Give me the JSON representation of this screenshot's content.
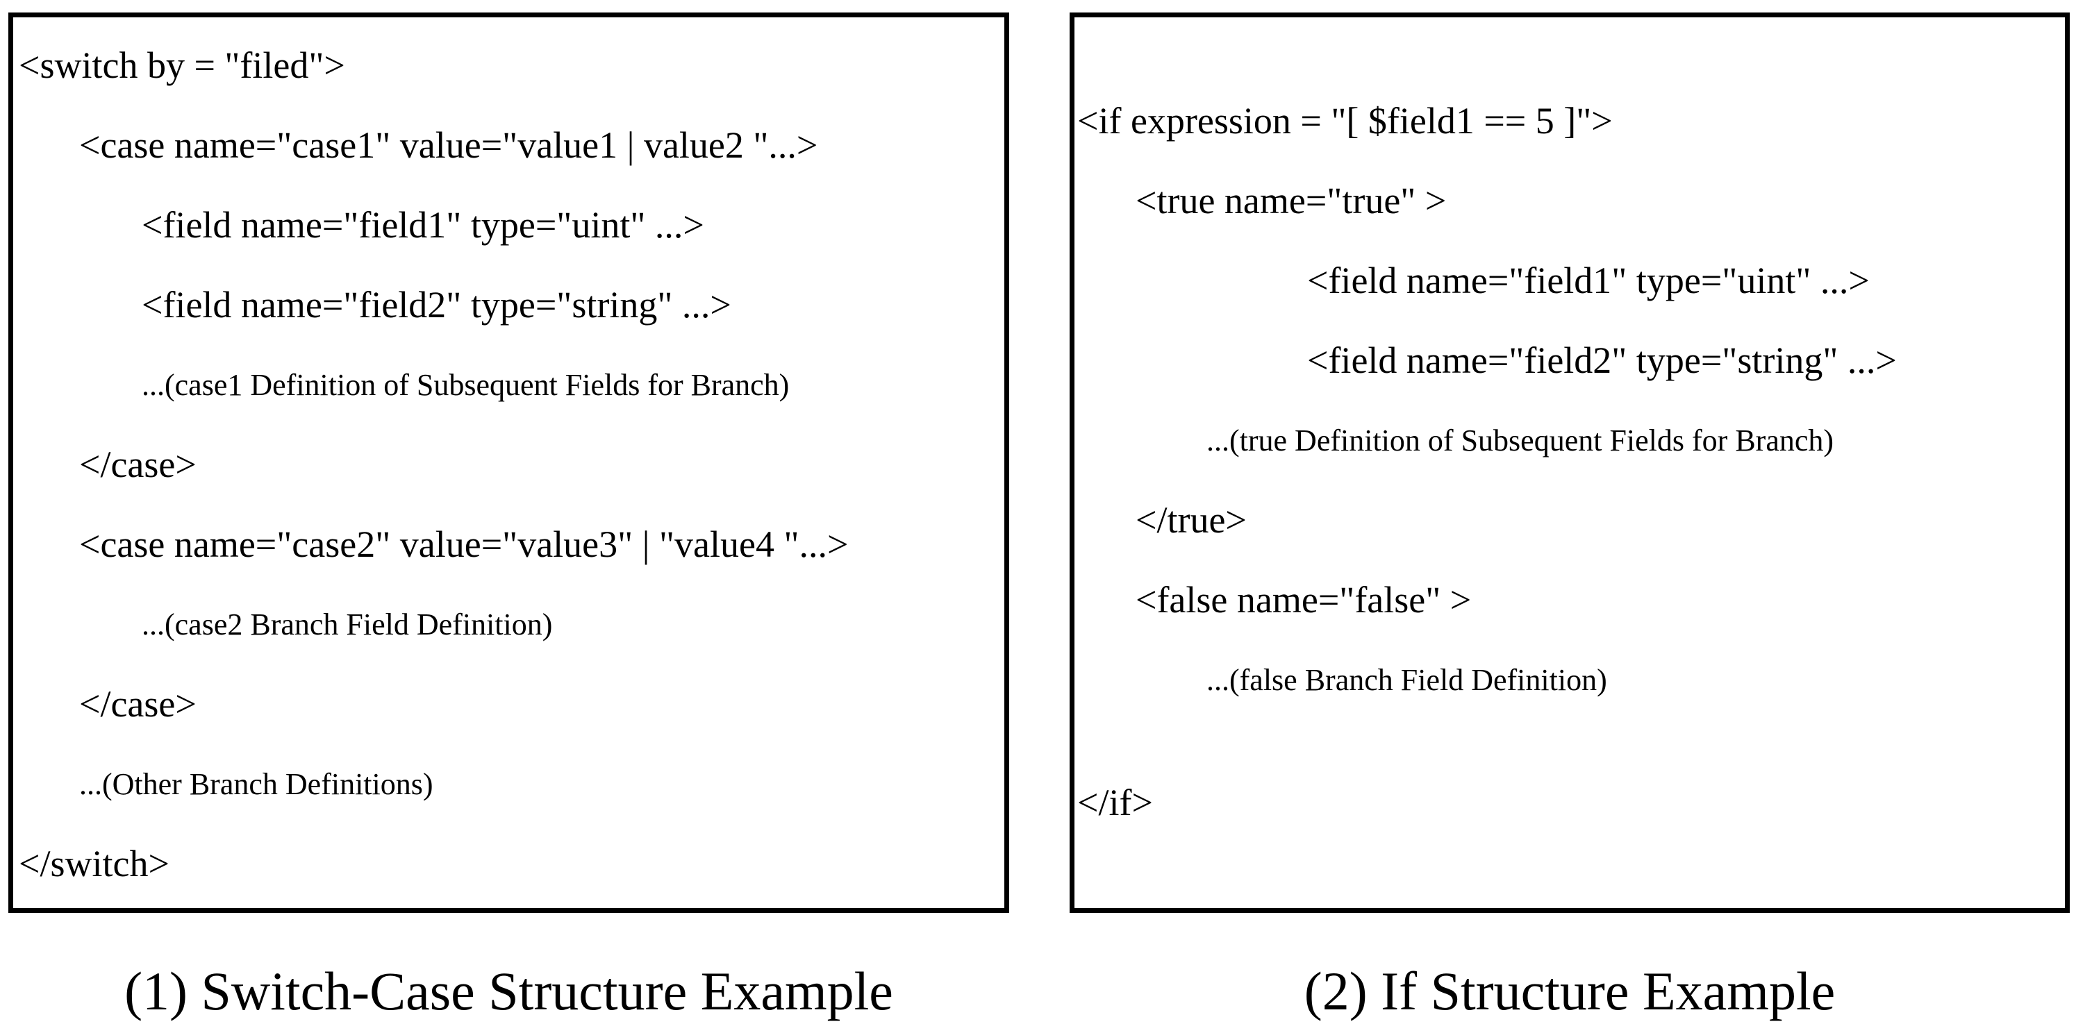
{
  "colors": {
    "background": "#ffffff",
    "text": "#000000",
    "box_border": "#000000"
  },
  "figure": {
    "panels": [
      {
        "id": "switch-case",
        "caption": "(1) Switch-Case Structure Example",
        "code_lines": [
          {
            "indent": 0,
            "text": "<switch by = \"filed\">"
          },
          {
            "indent": 1,
            "text": "<case name=\"case1\" value=\"value1 | value2 \"...>"
          },
          {
            "indent": 2,
            "text": "<field name=\"field1\" type=\"uint\" ...>"
          },
          {
            "indent": 2,
            "text": "<field name=\"field2\" type=\"string\" ...>"
          },
          {
            "indent": 2,
            "small": true,
            "text": "...(case1 Definition of Subsequent Fields for Branch)"
          },
          {
            "indent": 1,
            "text": "</case>"
          },
          {
            "indent": 1,
            "text": "<case name=\"case2\" value=\"value3\" | \"value4 \"...>"
          },
          {
            "indent": 2,
            "small": true,
            "text": "...(case2 Branch Field Definition)"
          },
          {
            "indent": 1,
            "text": "</case>"
          },
          {
            "indent": 1,
            "small": true,
            "text": "...(Other Branch Definitions)"
          },
          {
            "indent": 0,
            "text": "</switch>"
          }
        ]
      },
      {
        "id": "if",
        "caption": "(2) If Structure Example",
        "code_lines": [
          {
            "indent": 0,
            "text": "<if expression = \"[ $field1 == 5 ]\">"
          },
          {
            "indent": 1,
            "text": "<true name=\"true\" >"
          },
          {
            "indent": 3,
            "text": "<field name=\"field1\" type=\"uint\" ...>"
          },
          {
            "indent": 3,
            "text": "<field name=\"field2\" type=\"string\" ...>"
          },
          {
            "indent": 2,
            "small": true,
            "text": "...(true Definition of Subsequent Fields for Branch)"
          },
          {
            "indent": 1,
            "text": "</true>"
          },
          {
            "indent": 1,
            "text": "<false name=\"false\" >"
          },
          {
            "indent": 2,
            "small": true,
            "text": "...(false Branch Field Definition)"
          },
          {
            "indent": 0,
            "gap_before": true,
            "text": "</if>"
          }
        ]
      }
    ]
  }
}
